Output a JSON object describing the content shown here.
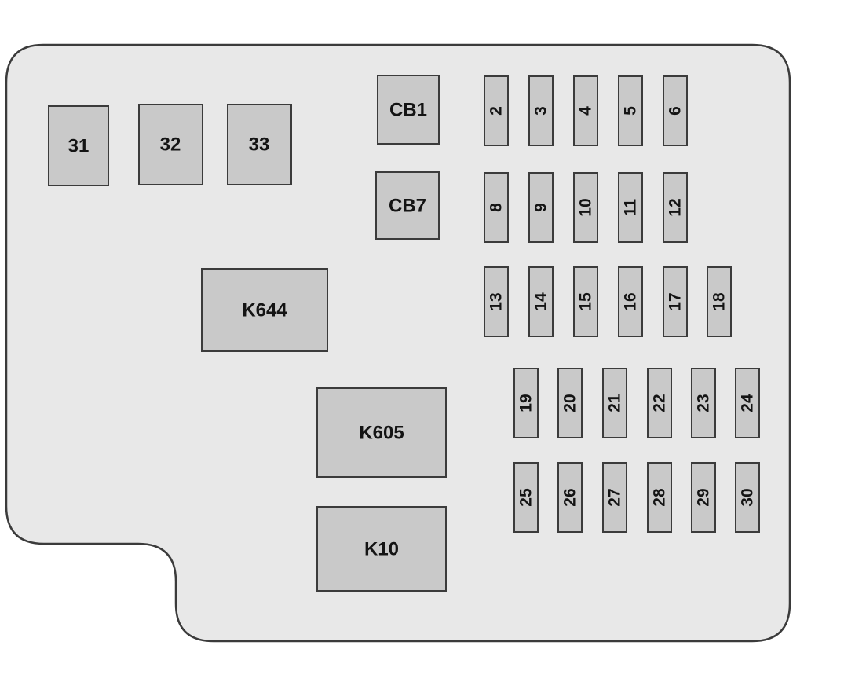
{
  "colors": {
    "background": "#ffffff",
    "panel_fill": "#e8e8e8",
    "box_fill": "#c9c9c9",
    "outline": "#3b3b3b",
    "label_color": "#141414"
  },
  "relays": [
    {
      "label": "31"
    },
    {
      "label": "32"
    },
    {
      "label": "33"
    },
    {
      "label": "CB1"
    },
    {
      "label": "CB7"
    },
    {
      "label": "K644"
    },
    {
      "label": "K605"
    },
    {
      "label": "K10"
    }
  ],
  "fuses": {
    "row1": [
      "2",
      "3",
      "4",
      "5",
      "6"
    ],
    "row2": [
      "8",
      "9",
      "10",
      "11",
      "12"
    ],
    "row3": [
      "13",
      "14",
      "15",
      "16",
      "17",
      "18"
    ],
    "row4": [
      "19",
      "20",
      "21",
      "22",
      "23",
      "24"
    ],
    "row5": [
      "25",
      "26",
      "27",
      "28",
      "29",
      "30"
    ]
  }
}
